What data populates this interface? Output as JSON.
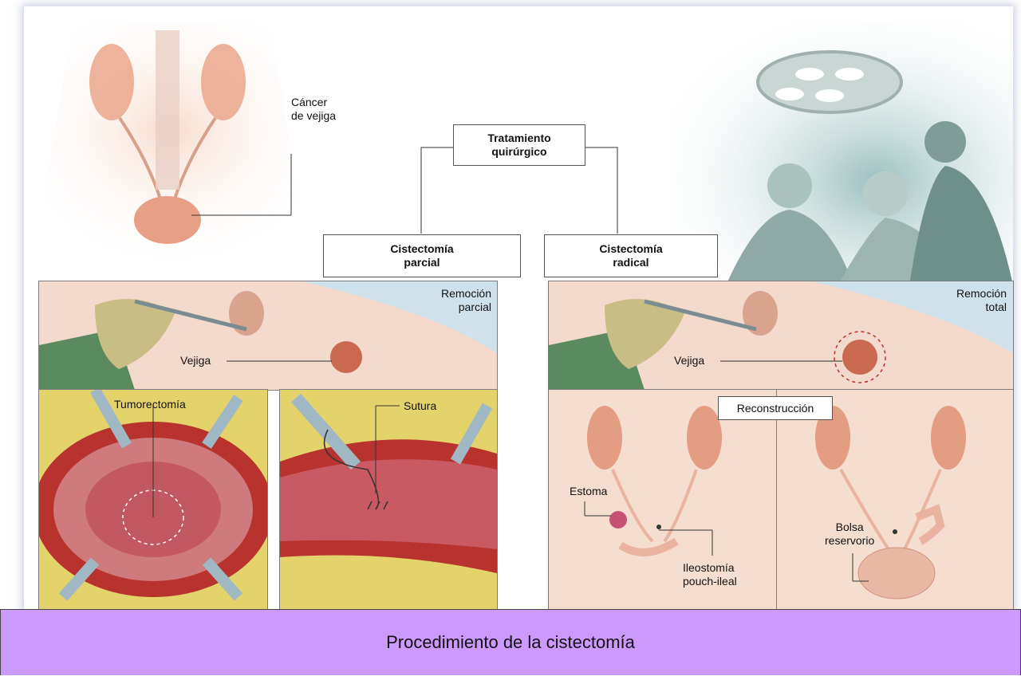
{
  "labels": {
    "cancer_vejiga_1": "Cáncer",
    "cancer_vejiga_2": "de vejiga",
    "tratamiento_1": "Tratamiento",
    "tratamiento_2": "quirúrgico",
    "cist_parcial_1": "Cistectomía",
    "cist_parcial_2": "parcial",
    "cist_radical_1": "Cistectomía",
    "cist_radical_2": "radical",
    "remocion_parcial_1": "Remoción",
    "remocion_parcial_2": "parcial",
    "remocion_total_1": "Remoción",
    "remocion_total_2": "total",
    "vejiga_left": "Vejiga",
    "vejiga_right": "Vejiga",
    "tumorectomia": "Tumorectomía",
    "sutura": "Sutura",
    "reconstruccion": "Reconstrucción",
    "estoma": "Estoma",
    "ileostomia_1": "Ileostomía",
    "ileostomia_2": "pouch-ileal",
    "bolsa_1": "Bolsa",
    "bolsa_2": "reservorio"
  },
  "caption": "Procedimiento de la cistectomía",
  "colors": {
    "caption_bg": "#cc99ff",
    "skin": "#f3d9cc",
    "organ": "#d9826a",
    "glove": "#c9bd86",
    "gown": "#5b8a5e"
  }
}
